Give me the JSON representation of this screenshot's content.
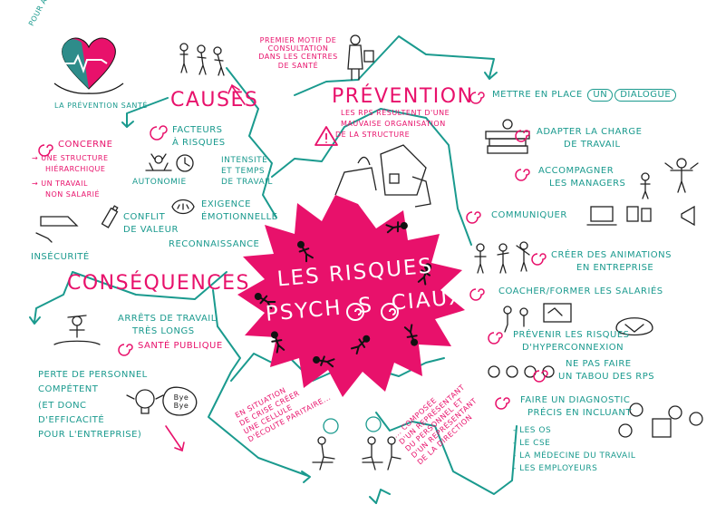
{
  "logo": {
    "line1": "Pour améliorer",
    "line2": "la prévention santé"
  },
  "top_motif": {
    "line1": "Premier motif de",
    "line2": "consultation",
    "line3": "dans les centres",
    "line4": "de santé"
  },
  "causes": {
    "title": "Causes",
    "facteurs_l1": "Facteurs",
    "facteurs_l2": "à risques",
    "concerne": "Concerne",
    "concerne_items": [
      "une structure",
      "hiérarchique",
      "un travail",
      "non salarié"
    ],
    "autonomie": "Autonomie",
    "intensite_l1": "Intensité",
    "intensite_l2": "et temps",
    "intensite_l3": "de travail",
    "exigence_l1": "Exigence",
    "exigence_l2": "émotionnelle",
    "conflit_l1": "Conflit",
    "conflit_l2": "de valeur",
    "reconnaissance": "Reconnaissance",
    "insecurite": "Insécurité"
  },
  "consequences": {
    "title": "Conséquences",
    "arrets_l1": "Arrêts de travail",
    "arrets_l2": "très longs",
    "sante": "Santé publique",
    "perte_l1": "Perte de personnel",
    "perte_l2": "compétent",
    "perte_l3": "(et donc",
    "perte_l4": "d'efficacité",
    "perte_l5": "pour l'entreprise)",
    "bye_l1": "Bye",
    "bye_l2": "Bye"
  },
  "center": {
    "line1": "Les risques",
    "line2a": "Psych",
    "line2b": "s",
    "line2c": "ciaux"
  },
  "prevention": {
    "title": "Prévention",
    "warning_l1": "Les RPS résultent d'une",
    "warning_l2": "mauvaise organisation",
    "warning_l3": "de la structure",
    "items": [
      {
        "l1": "Mettre en place",
        "l2": "un",
        "l3": "dialogue"
      },
      {
        "l1": "Adapter la charge",
        "l2": "de travail"
      },
      {
        "l1": "Accompagner",
        "l2": "les managers"
      },
      {
        "l1": "Communiquer"
      },
      {
        "l1": "Créer des animations",
        "l2": "en entreprise"
      },
      {
        "l1": "Coacher/former les salariés"
      },
      {
        "l1": "Prévenir les risques",
        "l2": "d'hyperconnexion"
      },
      {
        "l1": "Ne pas faire",
        "l2": "un tabou des RPS"
      },
      {
        "l1": "Faire un diagnostic",
        "l2": "précis en incluant"
      }
    ],
    "diagnostic_list": [
      "- les OS",
      "- le CSE",
      "- la médecine du travail",
      "- les employeurs"
    ]
  },
  "crise": {
    "l1": "En situation",
    "l2": "de crise créer",
    "l3": "une cellule",
    "l4": "d'écoute paritaire..."
  },
  "composee": {
    "l1": "... composée",
    "l2": "d'un représentant",
    "l3": "du personnel et",
    "l4": "d'un représentant",
    "l5": "de la direction"
  },
  "colors": {
    "teal": "#1a9a8e",
    "pink": "#e8116b",
    "ink": "#222222"
  }
}
